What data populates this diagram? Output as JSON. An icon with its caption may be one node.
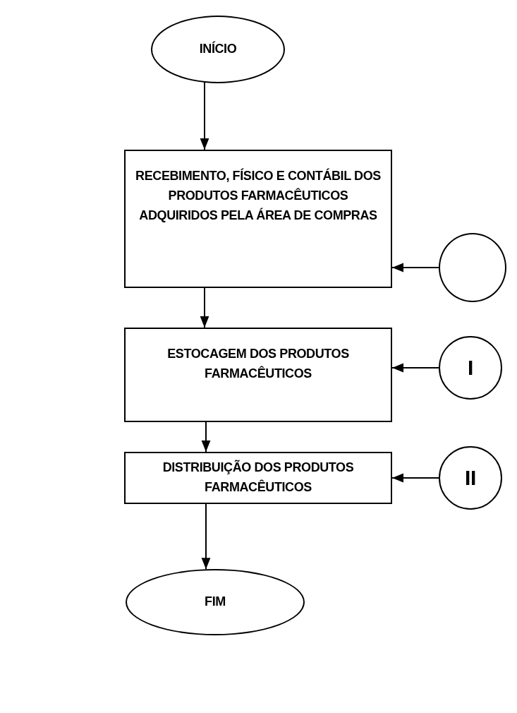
{
  "diagram": {
    "nodes": [
      {
        "text": [
          "INÍCIO"
        ]
      },
      {
        "text": [
          "RECEBIMENTO, FÍSICO E CONTÁBIL DOS PRODUTOS FARMACÊUTICOS ADQUIRIDOS PELA ÁREA DE COMPRAS"
        ]
      },
      {
        "text": [],
        "shape": "circle"
      },
      {
        "text": [
          "ESTOCAGEM DOS PRODUTOS FARMACÊUTICOS"
        ]
      },
      {
        "text": [
          "I"
        ]
      },
      {
        "text": [
          "DISTRIBUIÇÃO DOS PRODUTOS FARMACÊUTICOS"
        ]
      },
      {
        "text": [
          "II"
        ]
      },
      {
        "text": [
          "FIM"
        ]
      }
    ],
    "edges": [
      {
        "from": 0,
        "to": 1,
        "arrow": "to"
      },
      {
        "from": 2,
        "to": 1,
        "arrow": "to"
      },
      {
        "from": 1,
        "to": 3,
        "arrow": "to"
      },
      {
        "from": 4,
        "to": 3,
        "arrow": "to"
      },
      {
        "from": 3,
        "to": 5,
        "arrow": "to"
      },
      {
        "from": 6,
        "to": 5,
        "arrow": "to"
      },
      {
        "from": 5,
        "to": 7,
        "arrow": "to"
      }
    ]
  }
}
